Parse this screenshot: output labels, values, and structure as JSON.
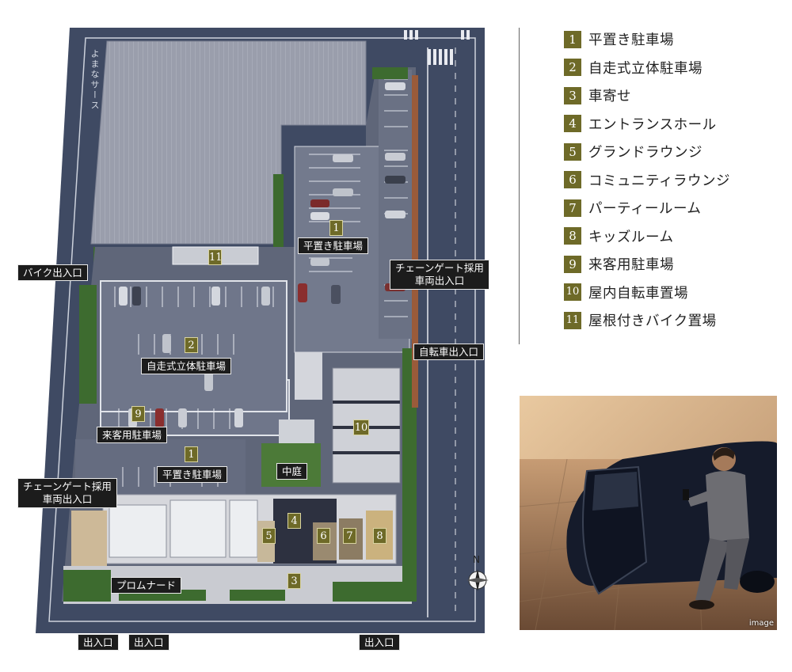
{
  "colors": {
    "road": "#3f4a63",
    "lot": "#6b7285",
    "neighbor_roof": "#989cab",
    "label_bg": "#1c1c1c",
    "legend_number_bg": "#6e6a28",
    "greenery": "#3d6b2f"
  },
  "map": {
    "street_name": "よまなサース",
    "labels": {
      "bike_entrance": "バイク出入口",
      "chain_gate_east": "チェーンゲート採用\n車両出入口",
      "bicycle_entrance": "自転車出入口",
      "flat_parking_north": "平置き駐車場",
      "self_parking": "自走式立体駐車場",
      "visitor_parking": "来客用駐車場",
      "flat_parking_south": "平置き駐車場",
      "chain_gate_west": "チェーンゲート採用\n車両出入口",
      "courtyard": "中庭",
      "promenade": "プロムナード",
      "entrance_1": "出入口",
      "entrance_2": "出入口",
      "entrance_3": "出入口"
    },
    "compass_letter": "N"
  },
  "legend": [
    {
      "num": "1",
      "text": "平置き駐車場"
    },
    {
      "num": "2",
      "text": "自走式立体駐車場"
    },
    {
      "num": "3",
      "text": "車寄せ"
    },
    {
      "num": "4",
      "text": "エントランスホール"
    },
    {
      "num": "5",
      "text": "グランドラウンジ"
    },
    {
      "num": "6",
      "text": "コミュニティラウンジ"
    },
    {
      "num": "7",
      "text": "パーティールーム"
    },
    {
      "num": "8",
      "text": "キッズルーム"
    },
    {
      "num": "9",
      "text": "来客用駐車場"
    },
    {
      "num": "10",
      "text": "屋内自転車置場"
    },
    {
      "num": "11",
      "text": "屋根付きバイク置場"
    }
  ],
  "photo": {
    "caption": "image"
  }
}
